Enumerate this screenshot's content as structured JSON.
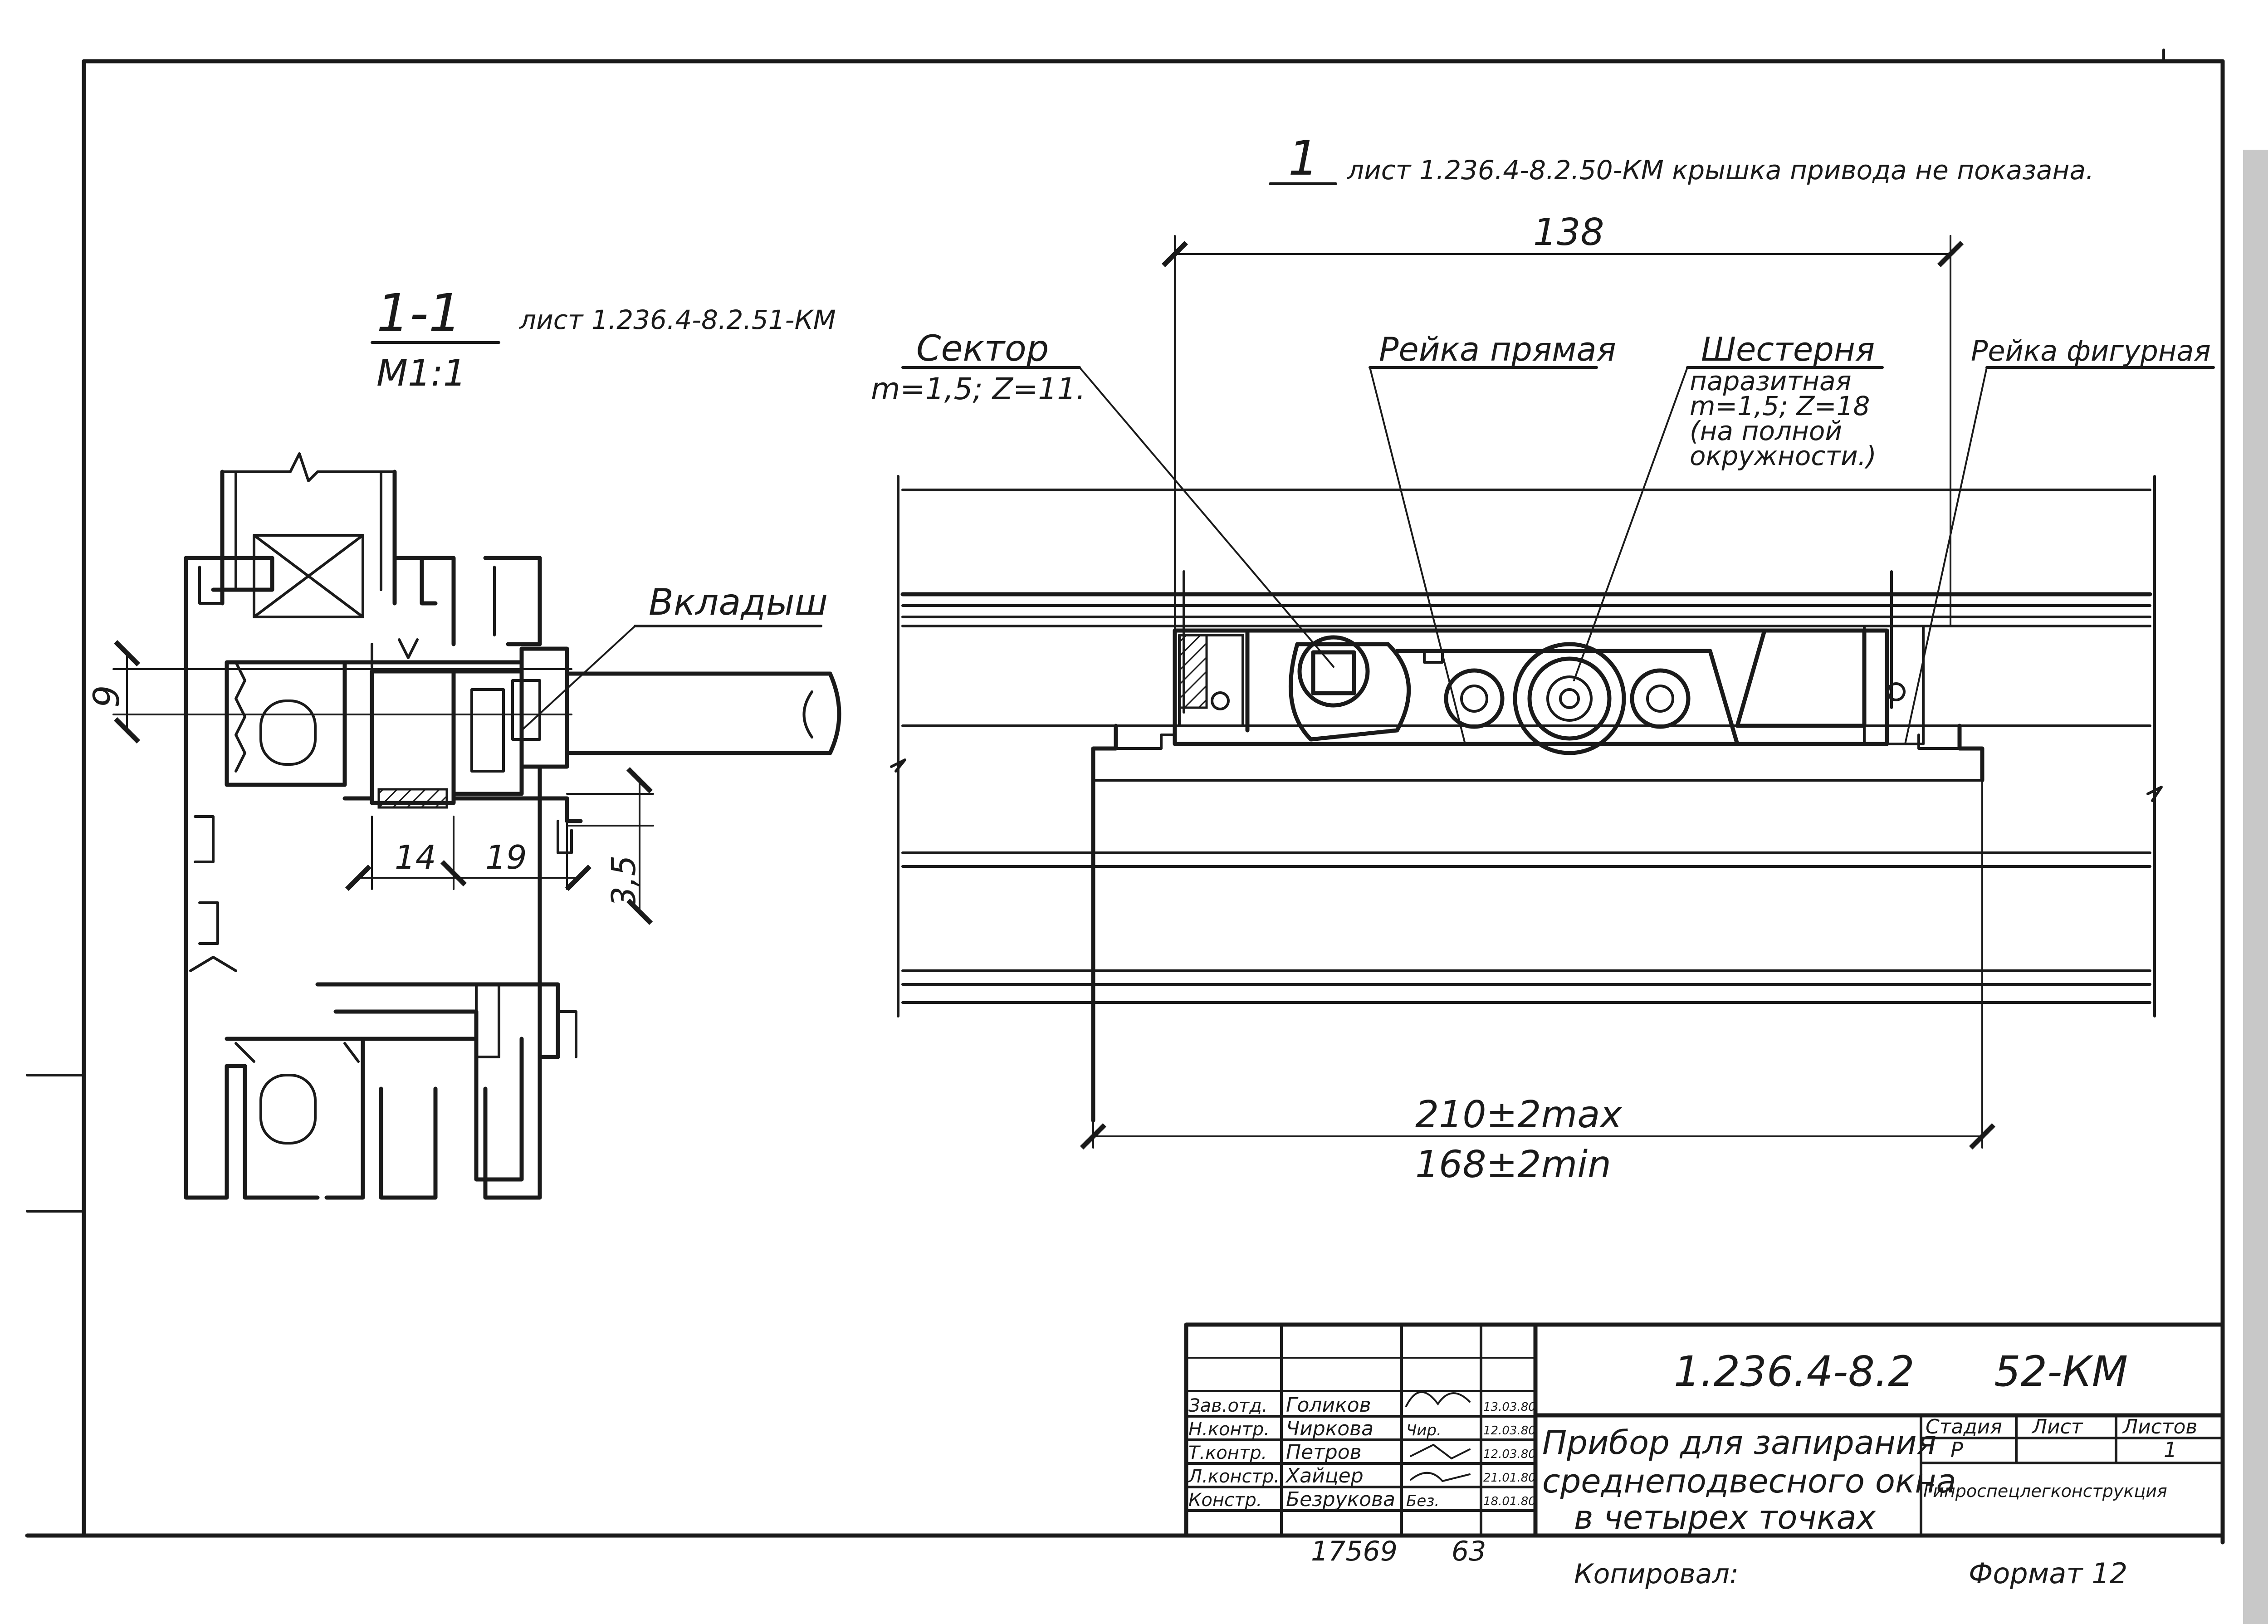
{
  "view_main": {
    "number": "1",
    "note": "лист 1.236.4-8.2.50-КМ крышка привода не показана."
  },
  "section": {
    "title": "1-1",
    "scale": "М1:1",
    "note": "лист 1.236.4-8.2.51-КМ"
  },
  "callouts": {
    "vkladysh": "Вкладыш",
    "sector": "Сектор",
    "sector_params": "m=1,5; Z=11.",
    "reyka_pryamaya": "Рейка прямая",
    "shesternya": "Шестерня",
    "shesternya_line1": "паразитная",
    "shesternya_line2": "m=1,5; Z=18",
    "shesternya_line3": "(на полной",
    "shesternya_line4": "окружности.)",
    "reyka_figurnaya": "Рейка фигурная"
  },
  "dimensions": {
    "d138": "138",
    "d9": "9",
    "d14": "14",
    "d19": "19",
    "d35": "3,5",
    "d210": "210±2max",
    "d168": "168±2min"
  },
  "title_block": {
    "doc_number": "1.236.4-8.2      52-КМ",
    "title_line1": "Прибор для запирания",
    "title_line2": "среднеподвесного окна",
    "title_line3": "в четырех точках",
    "stage_header": "Стадия",
    "sheet_header": "Лист",
    "sheets_header": "Листов",
    "stage_value": "Р",
    "sheets_value": "1",
    "organization": "Гипроспецлегконструкция",
    "staff": [
      {
        "role": "Зав.отд.",
        "name": "Голиков",
        "sign": "",
        "date": "13.03.80"
      },
      {
        "role": "Н.контр.",
        "name": "Чиркова",
        "sign": "Чир.",
        "date": "12.03.80"
      },
      {
        "role": "Т.контр.",
        "name": "Петров",
        "sign": "",
        "date": "12.03.80"
      },
      {
        "role": "Л.констр.",
        "name": "Хайцер",
        "sign": "",
        "date": "21.01.80"
      },
      {
        "role": "Констр.",
        "name": "Безрукова",
        "sign": "Без.",
        "date": "18.01.80"
      }
    ]
  },
  "footer": {
    "inventory": "17569",
    "page": "63",
    "copied": "Копировал:",
    "format": "Формат 12"
  }
}
